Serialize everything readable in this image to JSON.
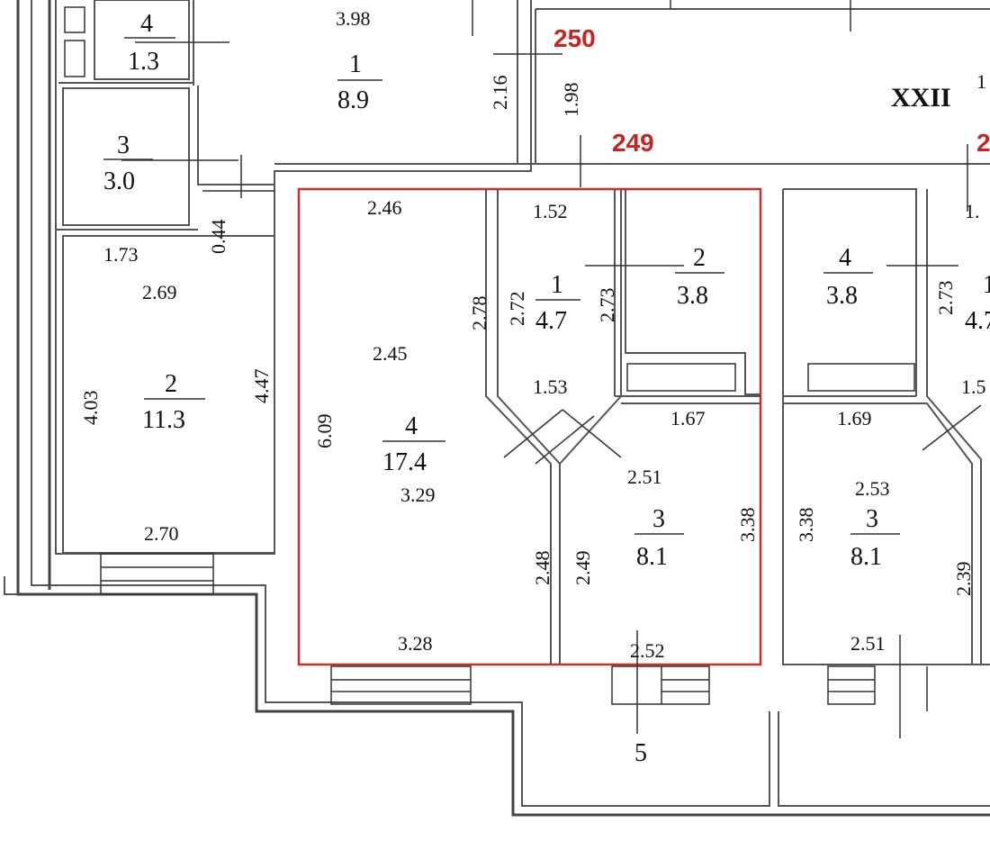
{
  "apartments": [
    "250",
    "249",
    "2"
  ],
  "section": "XXII",
  "section_suffix": "1",
  "rooms": [
    {
      "id": "room-4-small",
      "number": "4",
      "area": "1.3"
    },
    {
      "id": "room-1-top",
      "number": "1",
      "area": "8.9"
    },
    {
      "id": "room-3-left",
      "number": "3",
      "area": "3.0"
    },
    {
      "id": "room-2-left",
      "number": "2",
      "area": "11.3"
    },
    {
      "id": "room-4-main",
      "number": "4",
      "area": "17.4"
    },
    {
      "id": "room-1-mid",
      "number": "1",
      "area": "4.7"
    },
    {
      "id": "room-2-mid",
      "number": "2",
      "area": "3.8"
    },
    {
      "id": "room-3-mid",
      "number": "3",
      "area": "8.1"
    },
    {
      "id": "room-4-right",
      "number": "4",
      "area": "3.8"
    },
    {
      "id": "room-3-right",
      "number": "3",
      "area": "8.1"
    },
    {
      "id": "room-partial-right",
      "number": "1",
      "area": "4.7"
    }
  ],
  "dimensions": {
    "d398": "3.98",
    "d216": "2.16",
    "d198": "1.98",
    "d044": "0.44",
    "d173": "1.73",
    "d269": "2.69",
    "d403": "4.03",
    "d447": "4.47",
    "d270": "2.70",
    "d246": "2.46",
    "d278": "2.78",
    "d245": "2.45",
    "d609": "6.09",
    "d329": "3.29",
    "d328": "3.28",
    "d248": "2.48",
    "d152": "1.52",
    "d272": "2.72",
    "d273a": "2.73",
    "d153": "1.53",
    "d167": "1.67",
    "d251a": "2.51",
    "d338a": "3.38",
    "d249": "2.49",
    "d252": "2.52",
    "d273b": "2.73",
    "d169": "1.69",
    "d253": "2.53",
    "d338b": "3.38",
    "d239": "2.39",
    "d251b": "2.51",
    "d15": "1.5",
    "d1x": "1.",
    "d5": "5"
  }
}
